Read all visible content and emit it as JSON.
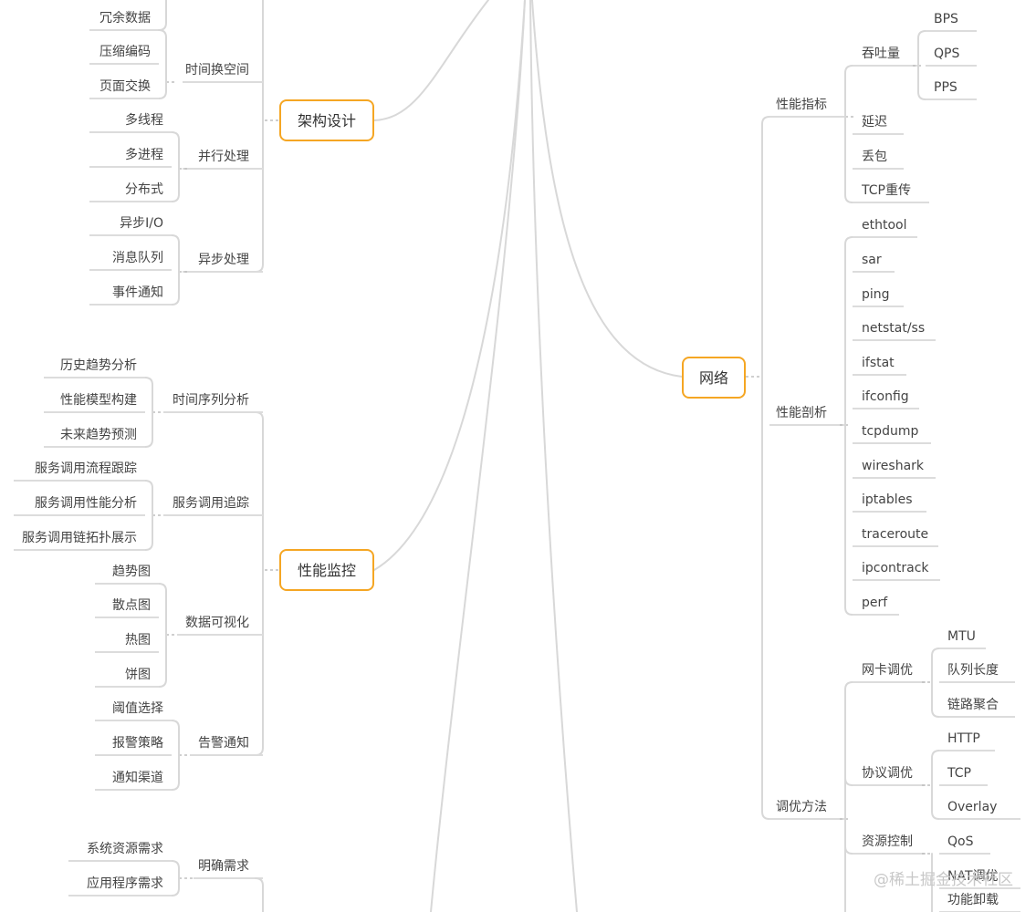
{
  "branches": {
    "architecture": {
      "label": "架构设计",
      "children": [
        {
          "label": "时间换空间",
          "items": [
            "冗余数据",
            "压缩编码",
            "页面交换"
          ]
        },
        {
          "label": "并行处理",
          "items": [
            "多线程",
            "多进程",
            "分布式"
          ]
        },
        {
          "label": "异步处理",
          "items": [
            "异步I/O",
            "消息队列",
            "事件通知"
          ]
        }
      ]
    },
    "monitoring": {
      "label": "性能监控",
      "children": [
        {
          "label": "时间序列分析",
          "items": [
            "历史趋势分析",
            "性能模型构建",
            "未来趋势预测"
          ]
        },
        {
          "label": "服务调用追踪",
          "items": [
            "服务调用流程跟踪",
            "服务调用性能分析",
            "服务调用链拓扑展示"
          ]
        },
        {
          "label": "数据可视化",
          "items": [
            "趋势图",
            "散点图",
            "热图",
            "饼图"
          ]
        },
        {
          "label": "告警通知",
          "items": [
            "阈值选择",
            "报警策略",
            "通知渠道"
          ]
        }
      ]
    },
    "requirements": {
      "children": [
        {
          "label": "明确需求",
          "items": [
            "系统资源需求",
            "应用程序需求"
          ]
        }
      ]
    },
    "network": {
      "label": "网络",
      "metrics": {
        "label": "性能指标",
        "throughput": {
          "label": "吞吐量",
          "items": [
            "BPS",
            "QPS",
            "PPS"
          ]
        },
        "items": [
          "延迟",
          "丢包",
          "TCP重传"
        ]
      },
      "analysis": {
        "label": "性能剖析",
        "items": [
          "ethtool",
          "sar",
          "ping",
          "netstat/ss",
          "ifstat",
          "ifconfig",
          "tcpdump",
          "wireshark",
          "iptables",
          "traceroute",
          "ipcontrack",
          "perf"
        ]
      },
      "tuning": {
        "label": "调优方法",
        "children": [
          {
            "label": "网卡调优",
            "items": [
              "MTU",
              "队列长度",
              "链路聚合"
            ]
          },
          {
            "label": "协议调优",
            "items": [
              "HTTP",
              "TCP",
              "Overlay"
            ]
          },
          {
            "label": "资源控制",
            "items": [
              "QoS",
              "NAT调优",
              "功能卸载"
            ]
          }
        ]
      }
    }
  },
  "watermark": "@稀土掘金技术社区",
  "colors": {
    "accent": "#f5a623",
    "line": "#d8d8d8",
    "text": "#444444"
  }
}
